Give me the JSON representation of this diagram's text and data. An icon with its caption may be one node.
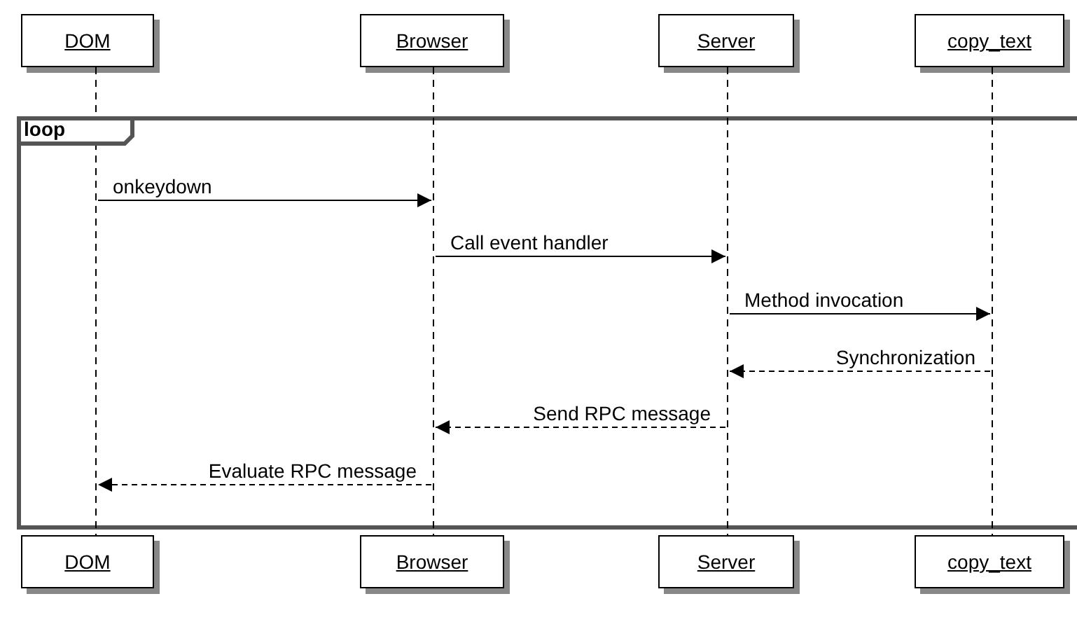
{
  "diagram": {
    "nodes": [
      {
        "text": [
          "DOM"
        ]
      },
      {
        "text": [
          "Browser"
        ]
      },
      {
        "text": [
          "Server"
        ]
      },
      {
        "text": [
          "copy_text"
        ]
      },
      {
        "text": [],
        "shape": "line"
      },
      {
        "text": [],
        "shape": "line"
      },
      {
        "text": [],
        "shape": "line"
      },
      {
        "text": [],
        "shape": "line"
      },
      {
        "text": [
          "loop"
        ]
      },
      {
        "text": [
          "DOM"
        ]
      },
      {
        "text": [
          "Browser"
        ]
      },
      {
        "text": [
          "Server"
        ]
      },
      {
        "text": [
          "copy_text"
        ]
      }
    ],
    "edges": [
      {
        "from": 4,
        "to": 5,
        "arrow": "to",
        "label": "onkeydown"
      },
      {
        "from": 5,
        "to": 6,
        "arrow": "to",
        "label": "Call event handler"
      },
      {
        "from": 6,
        "to": 7,
        "arrow": "to",
        "label": "Method invocation"
      },
      {
        "from": 7,
        "to": 6,
        "arrow": "to",
        "label": "Synchronization",
        "style": "dashed"
      },
      {
        "from": 6,
        "to": 5,
        "arrow": "to",
        "label": "Send RPC message",
        "style": "dashed"
      },
      {
        "from": 5,
        "to": 4,
        "arrow": "to",
        "label": "Evaluate RPC message",
        "style": "dashed"
      }
    ]
  }
}
